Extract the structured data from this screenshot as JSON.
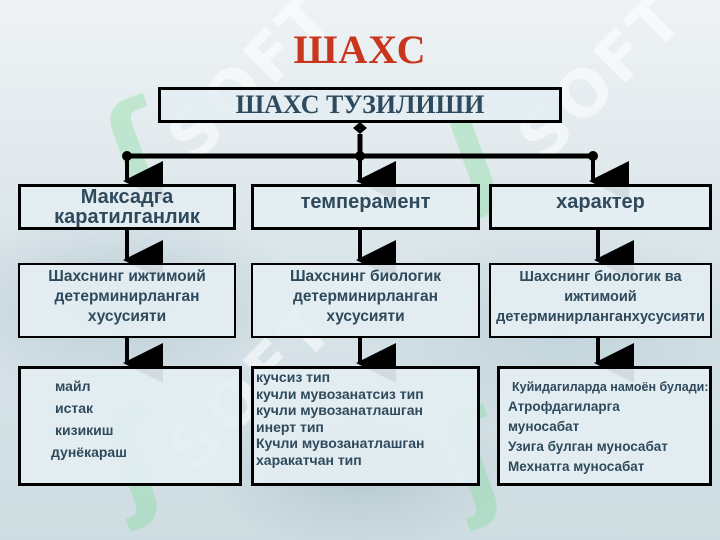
{
  "title": "ШАХС",
  "watermark": "SOFT",
  "colors": {
    "title": "#c8361e",
    "box_text": "#2e4a5c",
    "box_border": "#000000",
    "box_fill": "#e4eef2"
  },
  "root": {
    "label": "ШАХС ТУЗИЛИШИ"
  },
  "columns": [
    {
      "category": "Максадга каратилганлик",
      "description": [
        "Шахснинг ижтимоий",
        "детерминирланган",
        "хусусияти"
      ],
      "items": [
        "майл",
        "истак",
        "кизикиш",
        "дунёкараш"
      ]
    },
    {
      "category": "темперамент",
      "description": [
        "Шахснинг биологик",
        "детерминирланган",
        "хусусияти"
      ],
      "items": [
        "кучсиз тип",
        "кучли мувозанатсиз тип",
        "кучли мувозанатлашган",
        "инерт тип",
        "Кучли мувозанатлашган",
        "харакатчан тип"
      ]
    },
    {
      "category": "характер",
      "description": [
        "Шахснинг биологик ва",
        "ижтимоий",
        "детерминирланганхусусияти"
      ],
      "items": [
        "Куйидагиларда намоён булади:",
        "Атрофдагиларга",
        "муносабат",
        "Узига булган муносабат",
        "Мехнатга муносабат"
      ]
    }
  ]
}
